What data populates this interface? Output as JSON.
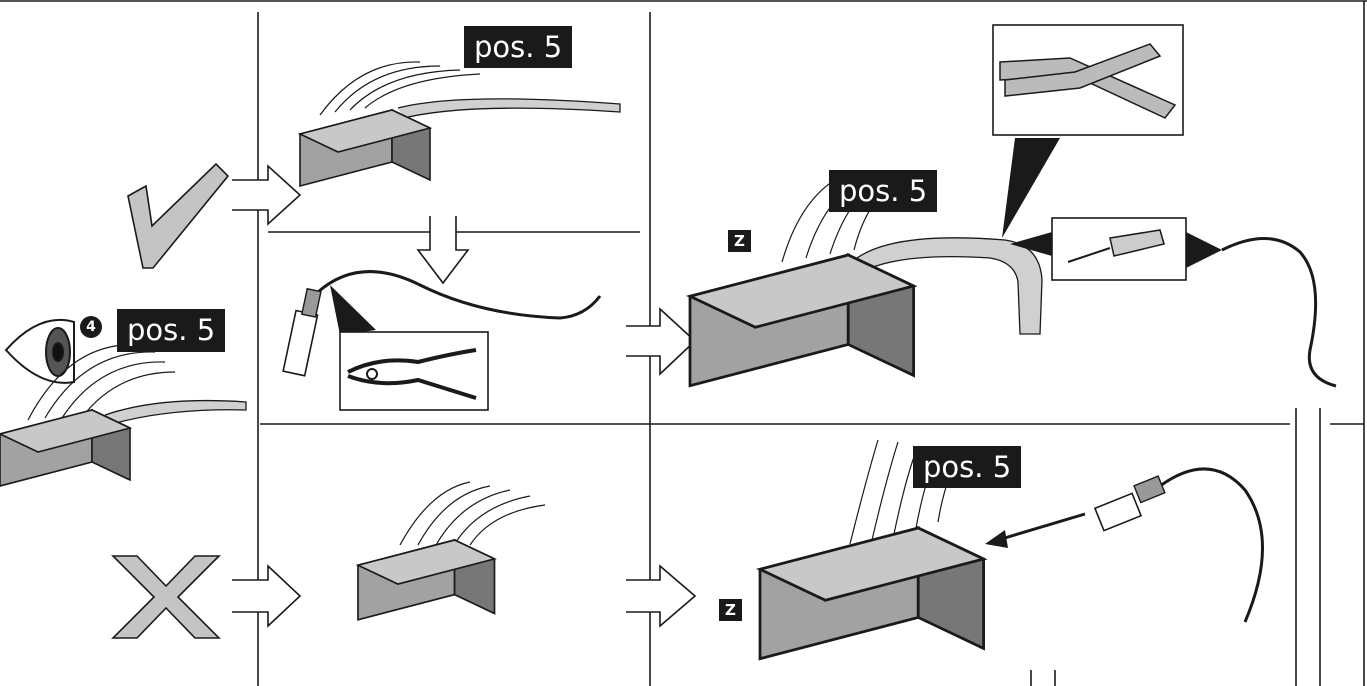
{
  "labels": {
    "pos_top": "pos. 5",
    "pos_left": "pos. 5",
    "pos_right_top": "pos. 5",
    "pos_right_bottom": "pos. 5",
    "z_top": "Z",
    "z_bottom": "Z",
    "step_number": "4"
  },
  "symbols": {
    "correct": "check-mark",
    "incorrect": "x-mark"
  },
  "tools": {
    "cutter": "side-cutter-pliers-icon",
    "stripper": "wire-stripper-pliers-icon",
    "screwdriver": "screwdriver-icon"
  },
  "colors": {
    "ink": "#1a1a1a",
    "connector_fill": "#a0a0a0",
    "symbol_fill": "#c4c4c4"
  }
}
